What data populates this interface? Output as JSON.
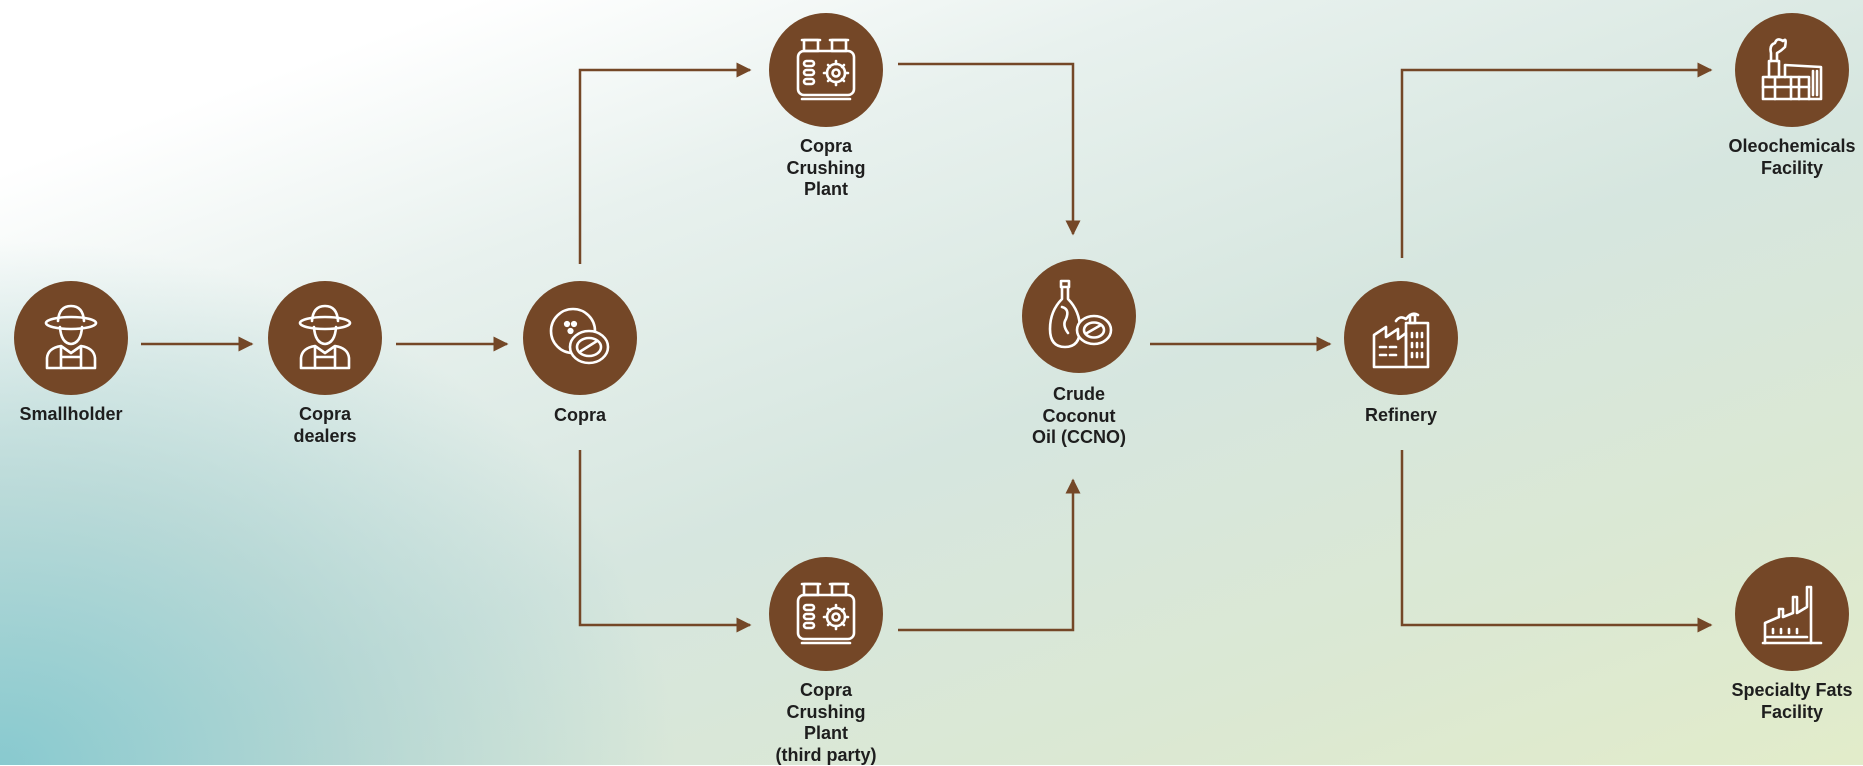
{
  "colors": {
    "node_fill": "#744727",
    "arrow": "#744727",
    "icon_stroke": "#ffffff",
    "label_text": "#1e1e1e"
  },
  "nodes": {
    "smallholder": {
      "label": "Smallholder",
      "icon": "farmer-icon"
    },
    "copra_dealers": {
      "label": "Copra\ndealers",
      "icon": "farmer-icon"
    },
    "copra": {
      "label": "Copra",
      "icon": "coconut-icon"
    },
    "crushing_plant": {
      "label": "Copra\nCrushing\nPlant",
      "icon": "crushing-machine-icon"
    },
    "crushing_plant_third_party": {
      "label": "Copra\nCrushing\nPlant\n(third party)",
      "icon": "crushing-machine-icon"
    },
    "ccno": {
      "label": "Crude\nCoconut\nOil (CCNO)",
      "icon": "oil-bottle-coconut-icon"
    },
    "refinery": {
      "label": "Refinery",
      "icon": "factory-icon"
    },
    "oleochemicals": {
      "label": "Oleochemicals\nFacility",
      "icon": "industrial-building-icon"
    },
    "specialty_fats": {
      "label": "Specialty Fats\nFacility",
      "icon": "factory-chimneys-icon"
    }
  },
  "edges": [
    {
      "from": "smallholder",
      "to": "copra_dealers"
    },
    {
      "from": "copra_dealers",
      "to": "copra"
    },
    {
      "from": "copra",
      "to": "crushing_plant"
    },
    {
      "from": "copra",
      "to": "crushing_plant_third_party"
    },
    {
      "from": "crushing_plant",
      "to": "ccno"
    },
    {
      "from": "crushing_plant_third_party",
      "to": "ccno"
    },
    {
      "from": "ccno",
      "to": "refinery"
    },
    {
      "from": "refinery",
      "to": "oleochemicals"
    },
    {
      "from": "refinery",
      "to": "specialty_fats"
    }
  ]
}
